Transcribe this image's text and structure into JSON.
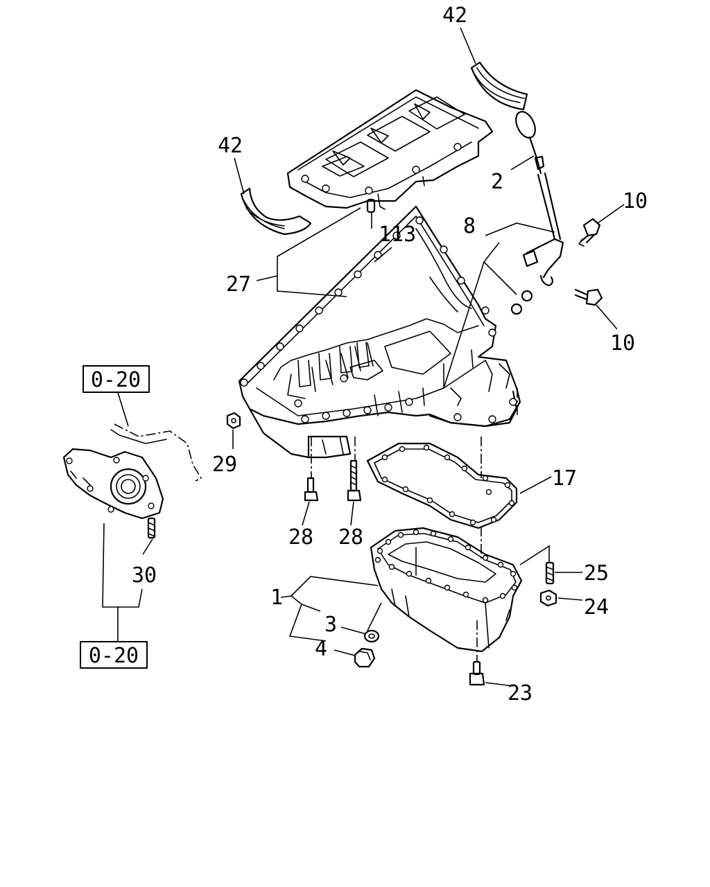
{
  "callouts": {
    "c42_top": "42",
    "c42_left": "42",
    "c2": "2",
    "c10_top": "10",
    "c10_bottom": "10",
    "c8": "8",
    "c113": "113",
    "c27": "27",
    "c29": "29",
    "c28_left": "28",
    "c28_right": "28",
    "c17": "17",
    "c30": "30",
    "c25": "25",
    "c24": "24",
    "c1": "1",
    "c3": "3",
    "c4": "4",
    "c23": "23"
  },
  "references": {
    "ref_top": "0-20",
    "ref_bottom": "0-20"
  }
}
